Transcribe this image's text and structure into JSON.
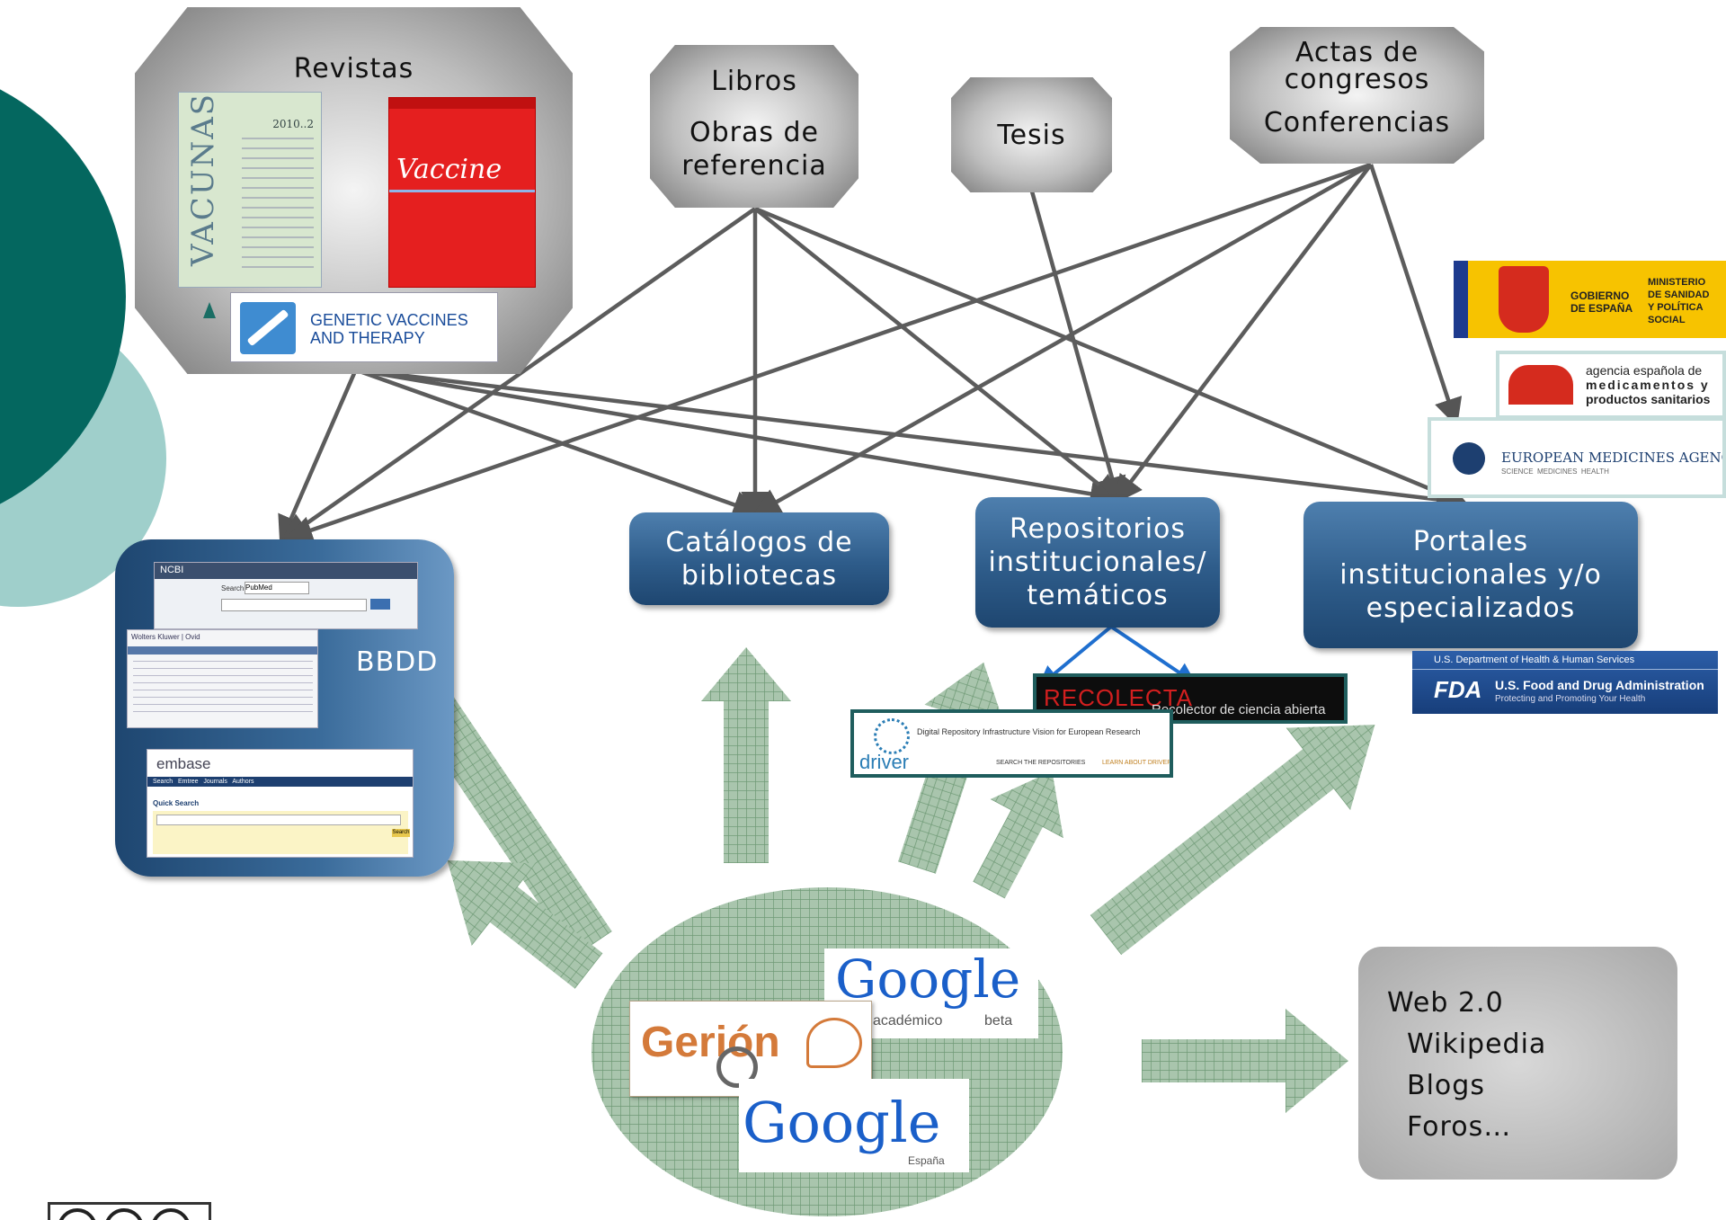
{
  "sources": {
    "revistas": {
      "title": "Revistas",
      "journals": {
        "vacunas": "VACUNAS",
        "vacunas_issue": "2010..2",
        "vaccine": "Vaccine",
        "genetic_vaccines": "GENETIC VACCINES AND THERAPY"
      }
    },
    "libros": {
      "line1": "Libros",
      "line2": "Obras de",
      "line3": "referencia"
    },
    "tesis": {
      "label": "Tesis"
    },
    "actas": {
      "line1": "Actas de",
      "line2": "congresos",
      "line3": "Conferencias"
    }
  },
  "destinations": {
    "bbdd": {
      "label": "BBDD",
      "embase_logo": "embase",
      "embase_nav": "Search   Emtree   Journals   Authors",
      "embase_quick": "Quick Search",
      "embase_button": "Search",
      "pubmed_logo": "NCBI",
      "pubmed_search_label": "Search",
      "pubmed_search_value": "PubMed",
      "wk_logo": "Wolters Kluwer | Ovid"
    },
    "catalogos": {
      "line1": "Catálogos de",
      "line2": "bibliotecas"
    },
    "repositorios": {
      "line1": "Repositorios",
      "line2": "institucionales/",
      "line3": "temáticos"
    },
    "portales": {
      "line1": "Portales",
      "line2": "institucionales y/o",
      "line3": "especializados"
    }
  },
  "repository_logos": {
    "recolecta_title": "RECOLECTA",
    "recolecta_sub": "Recolector de ciencia abierta",
    "driver_name": "driver",
    "driver_tagline": "Digital Repository Infrastructure Vision for European Research",
    "driver_btn1": "SEARCH THE REPOSITORIES",
    "driver_btn2": "LEARN ABOUT DRIVER"
  },
  "institution_logos": {
    "gobierno_line1": "GOBIERNO",
    "gobierno_line2": "DE ESPAÑA",
    "ministerio_line1": "MINISTERIO",
    "ministerio_line2": "DE SANIDAD",
    "ministerio_line3": "Y POLÍTICA",
    "ministerio_line4": "SOCIAL",
    "aemps_line1": "agencia española de",
    "aemps_line2": "medicamentos y",
    "aemps_line3": "productos sanitarios",
    "ema_name": "EUROPEAN MEDICINES AGENCY",
    "ema_sub": "SCIENCE  MEDICINES  HEALTH",
    "hhs": "U.S. Department of Health & Human Services",
    "fda_mark": "FDA",
    "fda_name": "U.S. Food and Drug Administration",
    "fda_sub": "Protecting and Promoting Your Health"
  },
  "search_engines": {
    "google_academico": "Google",
    "academico_sub": "académico",
    "beta": "beta",
    "gerion": "Gerión",
    "google_espana": "Google",
    "espana_sub": "España"
  },
  "web20": {
    "title": "Web 2.0",
    "items": [
      "Wikipedia",
      "Blogs",
      "Foros…"
    ]
  },
  "colors": {
    "arrow_fill": "#a9c5ad",
    "arrow_grid": "#6f9a76",
    "connector": "#5c5c5c",
    "dest_blue": "#2e5c8a",
    "teal_dark": "#04675f",
    "teal_light": "#9fcfcb",
    "blue_link": "#1f6fcf"
  }
}
